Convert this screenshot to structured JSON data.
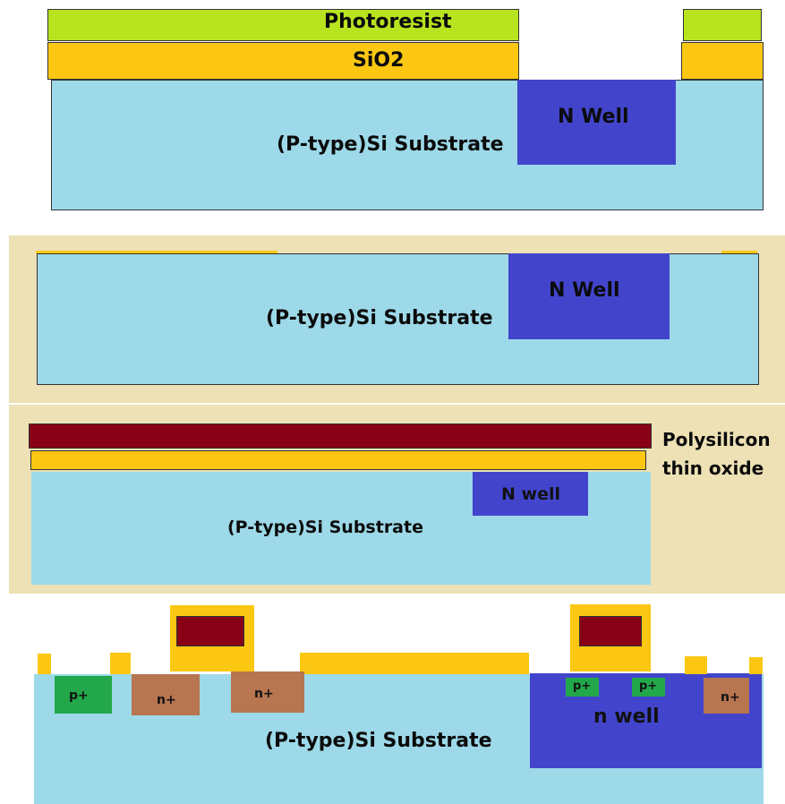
{
  "colors": {
    "substrate": "#9dd9e8",
    "n_well": "#4245cc",
    "oxide": "#fbc712",
    "polysilicon": "#870016",
    "photoresist": "#b8e31f",
    "panel_background": "#ede1b5",
    "p_plus": "#22a84a",
    "n_plus": "#b77550"
  },
  "step1": {
    "photoresist_label": "Photoresist",
    "oxide_label": "SiO2",
    "substrate_label": "(P-type)Si Substrate",
    "well_label": "N Well"
  },
  "step2": {
    "substrate_label": "(P-type)Si Substrate",
    "well_label": "N Well"
  },
  "step3": {
    "substrate_label": "(P-type)Si Substrate",
    "well_label": "N well",
    "poly_label": "Polysilicon",
    "oxide_label": "thin oxide"
  },
  "step4": {
    "substrate_label": "(P-type)Si Substrate",
    "well_label": "n well",
    "p_plus_label": "p+",
    "n_plus_label": "n+"
  }
}
